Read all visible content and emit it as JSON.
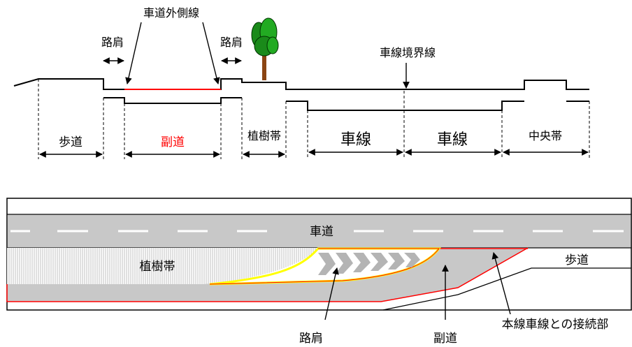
{
  "cross_section": {
    "labels": {
      "outer_line": "車道外側線",
      "shoulder_left": "路肩",
      "shoulder_right": "路肩",
      "lane_boundary": "車線境界線",
      "sidewalk": "歩道",
      "side_road": "副道",
      "planting_strip": "植樹帯",
      "lane_1": "車線",
      "lane_2": "車線",
      "median": "中央帯"
    },
    "colors": {
      "line": "#000000",
      "accent": "#ff0000",
      "tree_foliage": "#009900",
      "tree_trunk": "#8b4513"
    }
  },
  "plan_view": {
    "labels": {
      "roadway": "車道",
      "planting_strip": "植樹帯",
      "sidewalk": "歩道",
      "shoulder": "路肩",
      "side_road": "副道",
      "connection": "本線車線との接続部"
    },
    "colors": {
      "road": "#c8c8c8",
      "edge_red": "#ff0000",
      "edge_yellow": "#ffff00",
      "stripe": "#ffffff"
    }
  }
}
